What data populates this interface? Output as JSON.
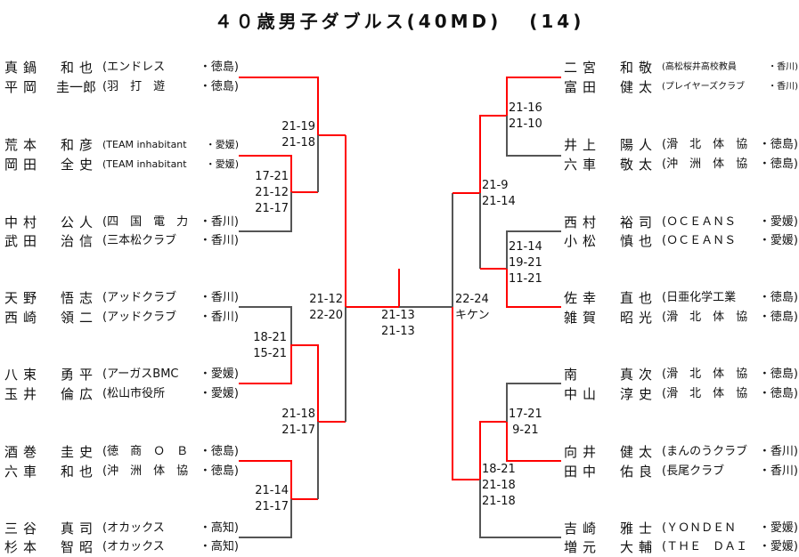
{
  "title": {
    "main": "４０歳男子ダブルス(40MD)",
    "count": "(14)"
  },
  "left": [
    {
      "players": [
        {
          "sur": "真鍋",
          "giv": "和也",
          "team": "エンドレス",
          "pref": "徳島"
        },
        {
          "sur": "平岡",
          "giv": "圭一郎",
          "team": "羽　打　遊",
          "pref": "徳島"
        }
      ]
    },
    {
      "players": [
        {
          "sur": "荒本",
          "giv": "和彦",
          "team": "TEAM inhabitant",
          "pref": "愛媛"
        },
        {
          "sur": "岡田",
          "giv": "全史",
          "team": "TEAM inhabitant",
          "pref": "愛媛"
        }
      ]
    },
    {
      "players": [
        {
          "sur": "中村",
          "giv": "公人",
          "team": "四　国　電　力",
          "pref": "香川"
        },
        {
          "sur": "武田",
          "giv": "治信",
          "team": "三本松クラブ",
          "pref": "香川"
        }
      ]
    },
    {
      "players": [
        {
          "sur": "天野",
          "giv": "悟志",
          "team": "アッドクラブ",
          "pref": "香川"
        },
        {
          "sur": "西崎",
          "giv": "領二",
          "team": "アッドクラブ",
          "pref": "香川"
        }
      ]
    },
    {
      "players": [
        {
          "sur": "八束",
          "giv": "勇平",
          "team": "アーガスBMC",
          "pref": "愛媛"
        },
        {
          "sur": "玉井",
          "giv": "倫広",
          "team": "松山市役所",
          "pref": "愛媛"
        }
      ]
    },
    {
      "players": [
        {
          "sur": "酒巻",
          "giv": "圭史",
          "team": "徳　商　Ｏ　Ｂ",
          "pref": "徳島"
        },
        {
          "sur": "六車",
          "giv": "和也",
          "team": "沖　洲　体　協",
          "pref": "徳島"
        }
      ]
    },
    {
      "players": [
        {
          "sur": "三谷",
          "giv": "真司",
          "team": "オカックス",
          "pref": "高知"
        },
        {
          "sur": "杉本",
          "giv": "智昭",
          "team": "オカックス",
          "pref": "高知"
        }
      ]
    }
  ],
  "right": [
    {
      "players": [
        {
          "sur": "二宮",
          "giv": "和敬",
          "team": "高松桜井高校教員",
          "pref": "香川"
        },
        {
          "sur": "富田",
          "giv": "健太",
          "team": "プレイヤーズクラブ",
          "pref": "香川"
        }
      ]
    },
    {
      "players": [
        {
          "sur": "井上",
          "giv": "陽人",
          "team": "滑　北　体　協",
          "pref": "徳島"
        },
        {
          "sur": "六車",
          "giv": "敬太",
          "team": "沖　洲　体　協",
          "pref": "徳島"
        }
      ]
    },
    {
      "players": [
        {
          "sur": "西村",
          "giv": "裕司",
          "team": "ＯＣＥＡＮＳ",
          "pref": "愛媛"
        },
        {
          "sur": "小松",
          "giv": "慎也",
          "team": "ＯＣＥＡＮＳ",
          "pref": "愛媛"
        }
      ]
    },
    {
      "players": [
        {
          "sur": "佐幸",
          "giv": "直也",
          "team": "日亜化学工業",
          "pref": "徳島"
        },
        {
          "sur": "雑賀",
          "giv": "昭光",
          "team": "滑　北　体　協",
          "pref": "徳島"
        }
      ]
    },
    {
      "players": [
        {
          "sur": "南",
          "giv": "真次",
          "team": "滑　北　体　協",
          "pref": "徳島"
        },
        {
          "sur": "中山",
          "giv": "淳史",
          "team": "滑　北　体　協",
          "pref": "徳島"
        }
      ]
    },
    {
      "players": [
        {
          "sur": "向井",
          "giv": "健太",
          "team": "まんのうクラブ",
          "pref": "香川"
        },
        {
          "sur": "田中",
          "giv": "佑良",
          "team": "長尾クラブ",
          "pref": "香川"
        }
      ]
    },
    {
      "players": [
        {
          "sur": "吉崎",
          "giv": "雅士",
          "team": "ＹＯＮＤＥＮ",
          "pref": "愛媛"
        },
        {
          "sur": "増元",
          "giv": "大輔",
          "team": "ＴＨＥ　ＤＡＩ",
          "pref": "愛媛"
        }
      ]
    }
  ],
  "scores": {
    "l_r1_a": "17-21\n21-12\n21-17",
    "l_r2_a": "21-19\n21-18",
    "l_r1_b": "18-21\n15-21",
    "l_r1_c": "21-14\n21-17",
    "l_r2_b": "21-18\n21-17",
    "l_semi": "21-12\n22-20",
    "final": "21-13\n21-13",
    "r_semi": "22-24\nキケン",
    "r_r1_a": "21-16\n21-10",
    "r_r2_a": "21-9\n21-14",
    "r_r1_b": "21-14\n19-21\n11-21",
    "r_r1_c": "17-21\n 9-21",
    "r_r2_b": "18-21\n21-18\n21-18"
  },
  "colors": {
    "winner": "#ff0000",
    "line": "#555555"
  }
}
